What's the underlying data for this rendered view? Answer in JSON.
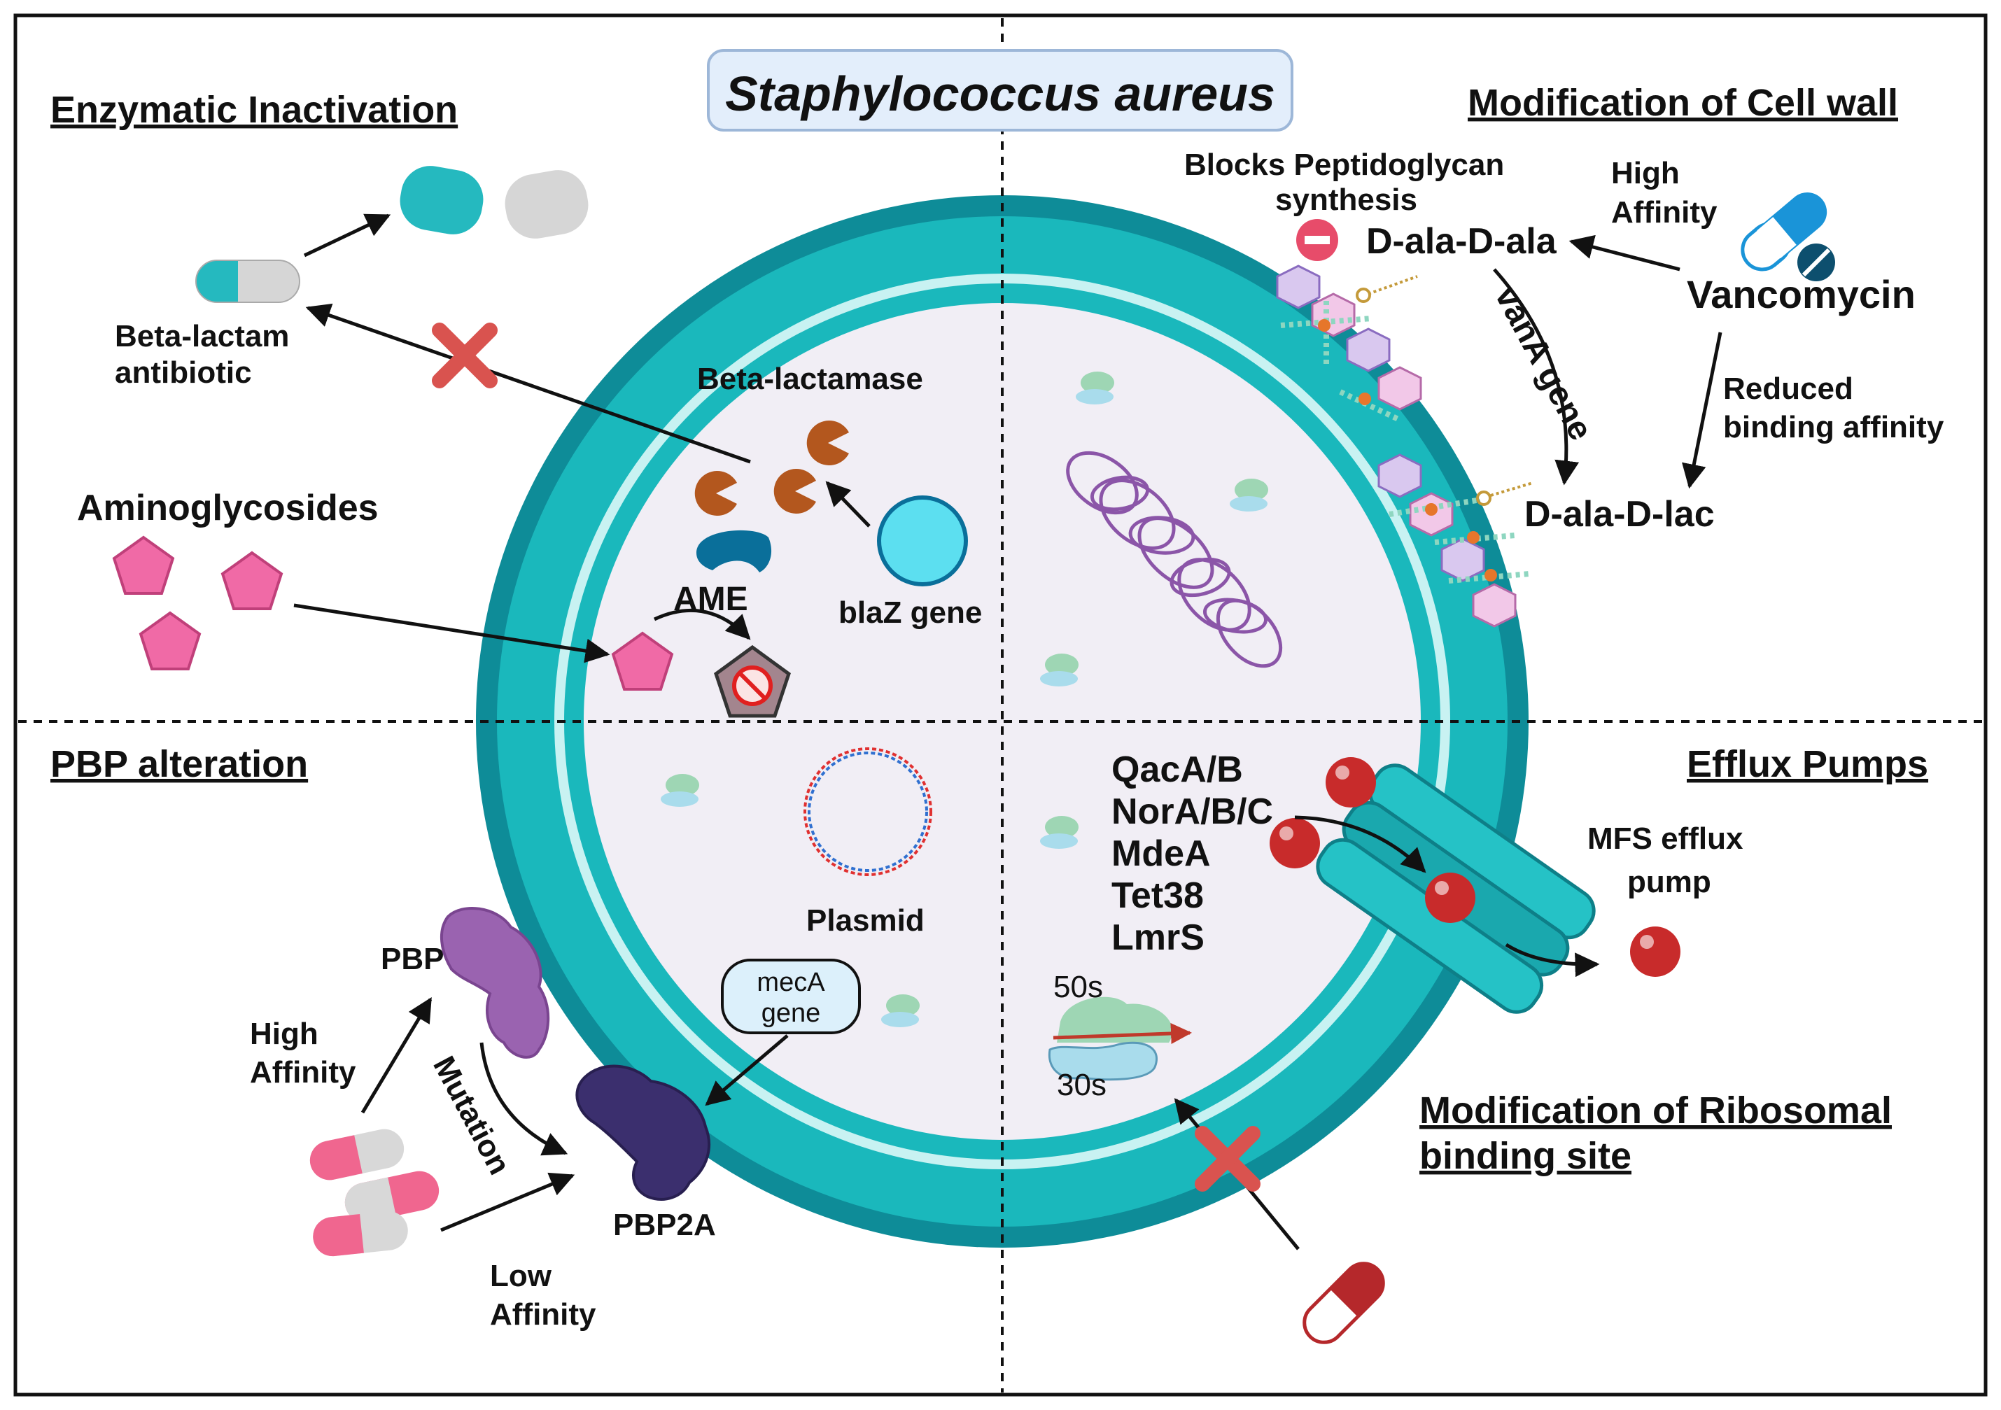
{
  "title": "Staphylococcus aureus",
  "colors": {
    "wall_outer": "#0e8c98",
    "wall_inner": "#1ab8bc",
    "membrane": "#c8f2f2",
    "cytoplasm": "#f1eef5",
    "enzyme": "#b3571e",
    "aminoglycoside": "#f06aa6",
    "efflux_drug": "#c82b2b",
    "pbp": "#9a63b0",
    "pbp2a": "#3b2f6e",
    "pill_teal": "#25b9bf",
    "pill_pink": "#f0668f",
    "pill_red": "#b5282b",
    "inhibit_x": "#d9534f",
    "dna": "#8b55a8"
  },
  "quadrants": {
    "enzymatic": {
      "title": "Enzymatic Inactivation",
      "antibiotic_label_1": "Beta-lactam",
      "antibiotic_label_2": "antibiotic",
      "enzyme_label": "Beta-lactamase",
      "gene_label": "blaZ gene",
      "aminoglycosides_label": "Aminoglycosides",
      "ame_label": "AME",
      "icons": [
        "capsule-icon",
        "broken-capsule-icon",
        "inhibit-cross-icon",
        "pacman-enzyme-icon",
        "pentagon-icon",
        "no-entry-icon"
      ]
    },
    "cell_wall": {
      "title": "Modification of Cell wall",
      "blocks_label_1": "Blocks Peptidoglycan",
      "blocks_label_2": "synthesis",
      "dala_dala": "D-ala-D-ala",
      "dala_dlac": "D-ala-D-lac",
      "high_affinity_1": "High",
      "high_affinity_2": "Affinity",
      "drug": "Vancomycin",
      "reduced_1": "Reduced",
      "reduced_2": "binding affinity",
      "gene": "vanA gene",
      "icons": [
        "minus-circle-icon",
        "vancomycin-pill-icon",
        "peptidoglycan-icon"
      ]
    },
    "pbp": {
      "title": "PBP alteration",
      "plasmid_label": "Plasmid",
      "meca_1": "mecA",
      "meca_2": "gene",
      "pbp_label": "PBP",
      "pbp2a_label": "PBP2A",
      "high_1": "High",
      "high_2": "Affinity",
      "low_1": "Low",
      "low_2": "Affinity",
      "mutation_label": "Mutation",
      "icons": [
        "plasmid-icon",
        "pbp-protein-icon",
        "pbp2a-protein-icon",
        "capsule-icon"
      ]
    },
    "efflux": {
      "title": "Efflux Pumps",
      "genes": [
        "QacA/B",
        "NorA/B/C",
        "MdeA",
        "Tet38",
        "LmrS"
      ],
      "pump_label_1": "MFS efflux",
      "pump_label_2": "pump",
      "icons": [
        "efflux-pump-icon",
        "drug-sphere-icon"
      ]
    },
    "ribosome": {
      "title_1": "Modification of Ribosomal",
      "title_2": "binding site",
      "sub_50": "50s",
      "sub_30": "30s",
      "icons": [
        "ribosome-icon",
        "inhibit-cross-icon",
        "capsule-icon"
      ]
    }
  }
}
